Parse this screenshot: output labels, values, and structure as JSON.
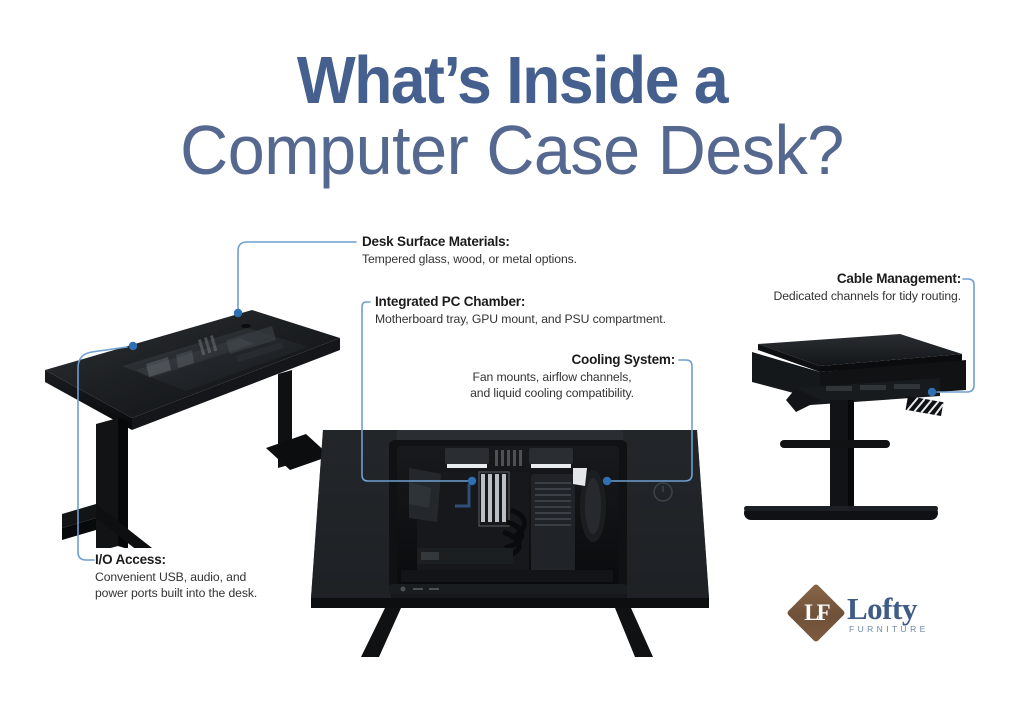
{
  "page": {
    "background": "#ffffff",
    "accent_line_color": "#6f9fd0",
    "title_color_line1": "#45608e",
    "title_color_line2": "#55688f",
    "body_text_color": "#333333",
    "heading_text_color": "#1b1b1b"
  },
  "title": {
    "line1": "What’s Inside a",
    "line2": "Computer Case Desk?"
  },
  "callouts": [
    {
      "id": "desk-surface-materials",
      "heading": "Desk Surface Materials:",
      "body": [
        "Tempered glass, wood, or metal options."
      ],
      "align": "left"
    },
    {
      "id": "integrated-pc-chamber",
      "heading": "Integrated PC Chamber:",
      "body": [
        "Motherboard tray, GPU mount, and PSU compartment."
      ],
      "align": "left"
    },
    {
      "id": "cooling-system",
      "heading": "Cooling System:",
      "body": [
        "Fan mounts, airflow channels,",
        "and liquid cooling compatibility."
      ],
      "align": "right-center"
    },
    {
      "id": "cable-management",
      "heading": "Cable Management:",
      "body": [
        "Dedicated channels for tidy routing."
      ],
      "align": "right"
    },
    {
      "id": "io-access",
      "heading": "I/O Access:",
      "body": [
        "Convenient USB, audio, and",
        "power ports built into the desk."
      ],
      "align": "left"
    }
  ],
  "images": [
    {
      "id": "desk-glass-top",
      "caption_role": "angled view of glass-top computer case desk"
    },
    {
      "id": "desk-open-chamber",
      "caption_role": "top view of desk with open PC chamber"
    },
    {
      "id": "desk-side-profile",
      "caption_role": "side profile view of desk with cable tray"
    }
  ],
  "logo": {
    "monogram": "LF",
    "wordmark": "Lofty",
    "tagline": "FURNITURE",
    "mark_color": "#7a5c42",
    "wordmark_color": "#3f5c87"
  }
}
